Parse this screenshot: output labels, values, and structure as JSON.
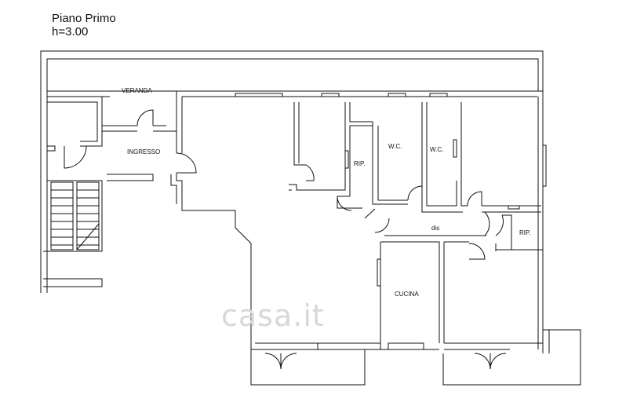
{
  "header": {
    "title": "Piano Primo",
    "height": "h=3.00"
  },
  "rooms": {
    "veranda": "VERANDA",
    "ingresso": "INGRESSO",
    "rip1": "RIP.",
    "wc1": "W.C.",
    "wc2": "W.C.",
    "dis": "dis",
    "rip2": "RIP.",
    "cucina": "CUCINA"
  },
  "watermark": "casa.it",
  "colors": {
    "line": "#111111",
    "window": "#111111",
    "watermark": "#d8d8d8"
  }
}
